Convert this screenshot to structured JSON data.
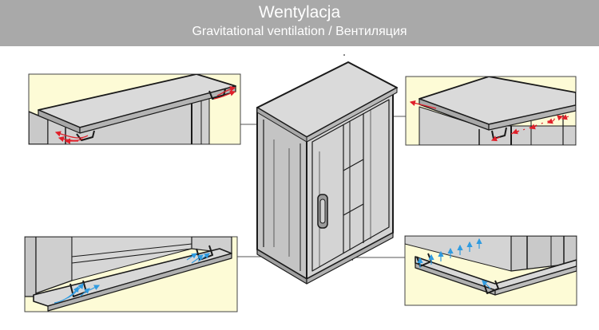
{
  "header": {
    "title": "Wentylacja",
    "subtitle": "Gravitational ventilation / Вентиляция",
    "background_color": "#a9a9a9",
    "text_color": "#ffffff"
  },
  "detail_panels": [
    {
      "position": "top-left",
      "arrow_color": "#e0202a",
      "flow": "outflow"
    },
    {
      "position": "top-right",
      "arrow_color": "#e0202a",
      "flow": "outflow"
    },
    {
      "position": "bottom-left",
      "arrow_color": "#2f9be0",
      "flow": "inflow"
    },
    {
      "position": "bottom-right",
      "arrow_color": "#2f9be0",
      "flow": "inflow"
    }
  ],
  "colors": {
    "panel_background": "#fdfbd6",
    "cabinet_front": "#d3d3d3",
    "cabinet_side": "#bfbfbf",
    "cabinet_top": "#dcdcdc",
    "outline": "#1a1a1a",
    "leader_line": "#555555"
  }
}
